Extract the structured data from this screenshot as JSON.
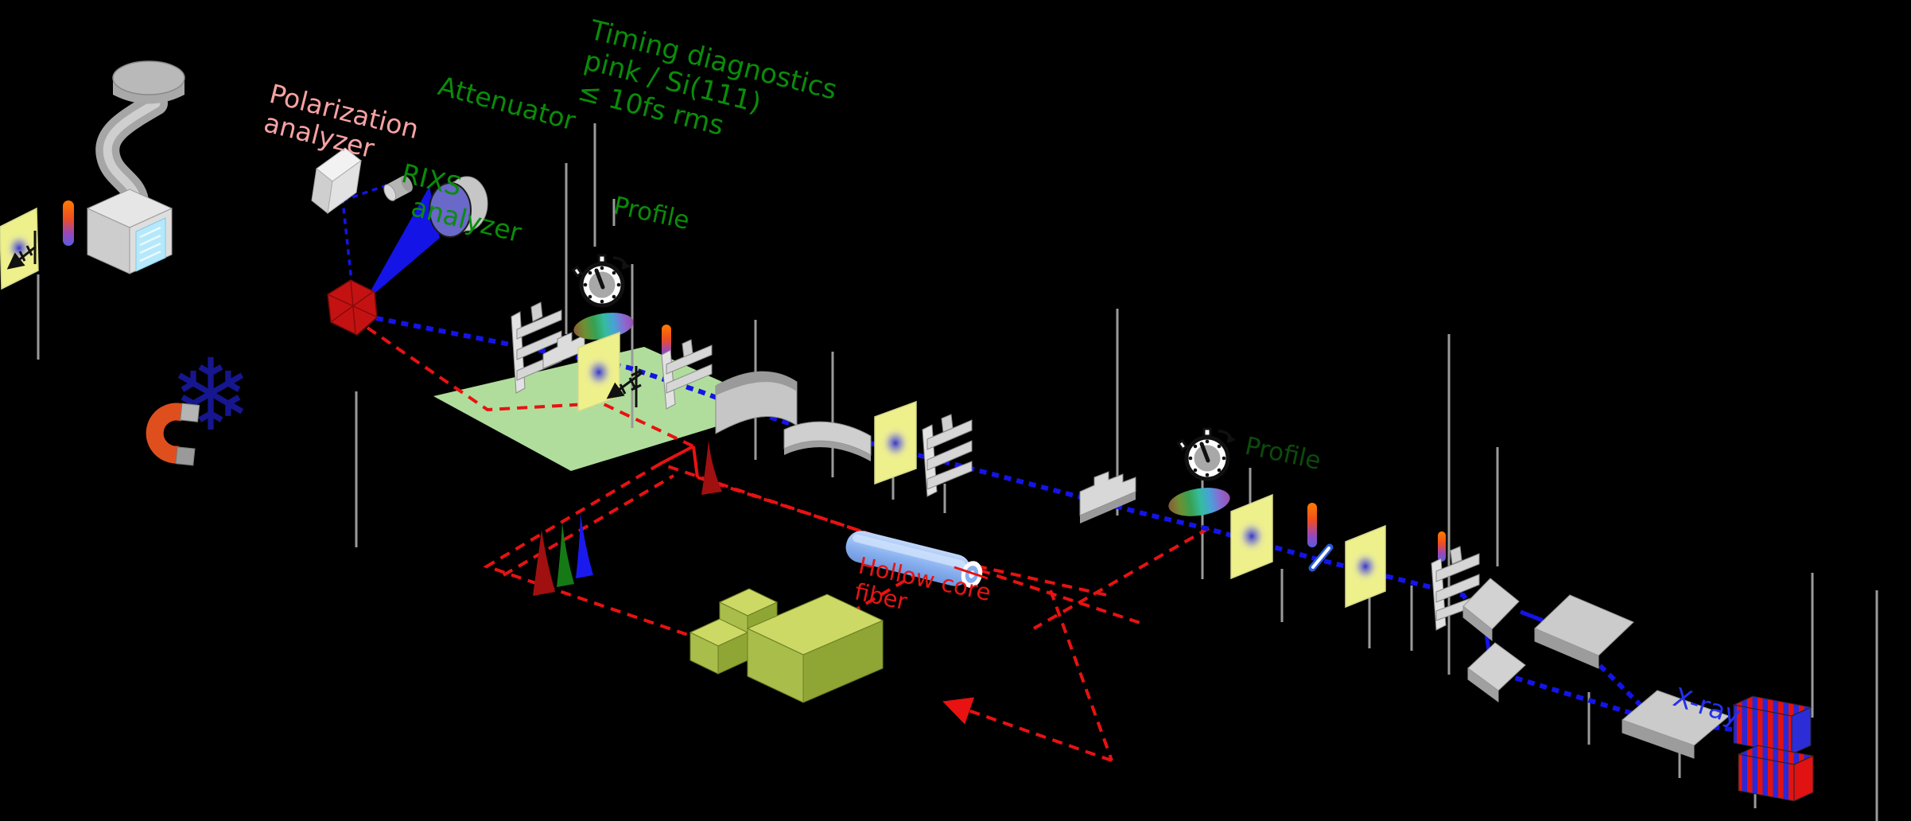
{
  "labels": {
    "polarization_1": "Polarization",
    "polarization_2": "analyzer",
    "attenuator": "Attenuator",
    "rixs_1": "RIXS",
    "rixs_2": "analyzer",
    "timing_1": "Timing diagnostics",
    "timing_2": "pink / Si(111)",
    "timing_3": "≤ 10fs rms",
    "profile_left": "Profile",
    "profile_right": "Profile",
    "hollow_1": "Hollow core",
    "hollow_2": "fiber",
    "xray": "X-ray"
  },
  "icons": {
    "snowflake_glyph": "❄"
  },
  "colors": {
    "background": "#000000",
    "xray_beam": "#1414e8",
    "laser_beam": "#e81212",
    "label_green": "#0a8c0a",
    "label_green_dim": "#0d4a0d",
    "label_pink": "#f8a2a2",
    "label_red": "#e51414",
    "label_blue": "#2430ee",
    "table_green": "#b7e6a2",
    "screen_yellow": "#eef08c",
    "screen_blob_blue": "#3a3ac8",
    "fiber_blue": "#8ab2f0",
    "laser_box_olive": "#b9c84f",
    "undulator_red": "#e01212",
    "undulator_blue": "#2d2dd8",
    "magnet_orange": "#df4f1e",
    "snowflake_blue": "#16168e",
    "sample_red": "#c41212",
    "lens_blue": "#6a68c8",
    "metal_gray": "#c9c9c9",
    "pulse_darkred": "#a01010",
    "pulse_green": "#157a15",
    "pulse_blue": "#1a1aee"
  }
}
